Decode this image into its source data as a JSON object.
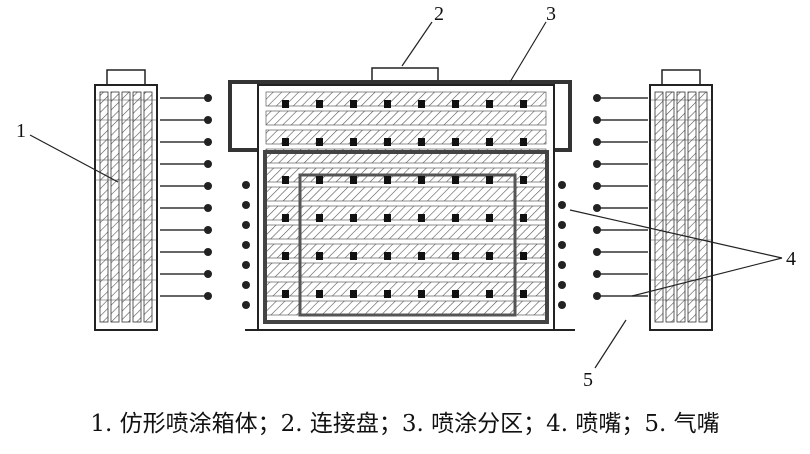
{
  "labels": {
    "l1": "1",
    "l2": "2",
    "l3": "3",
    "l4": "4",
    "l5": "5"
  },
  "caption": "1. 仿形喷涂箱体；2. 连接盘；3. 喷涂分区；4. 喷嘴；5. 气嘴"
}
